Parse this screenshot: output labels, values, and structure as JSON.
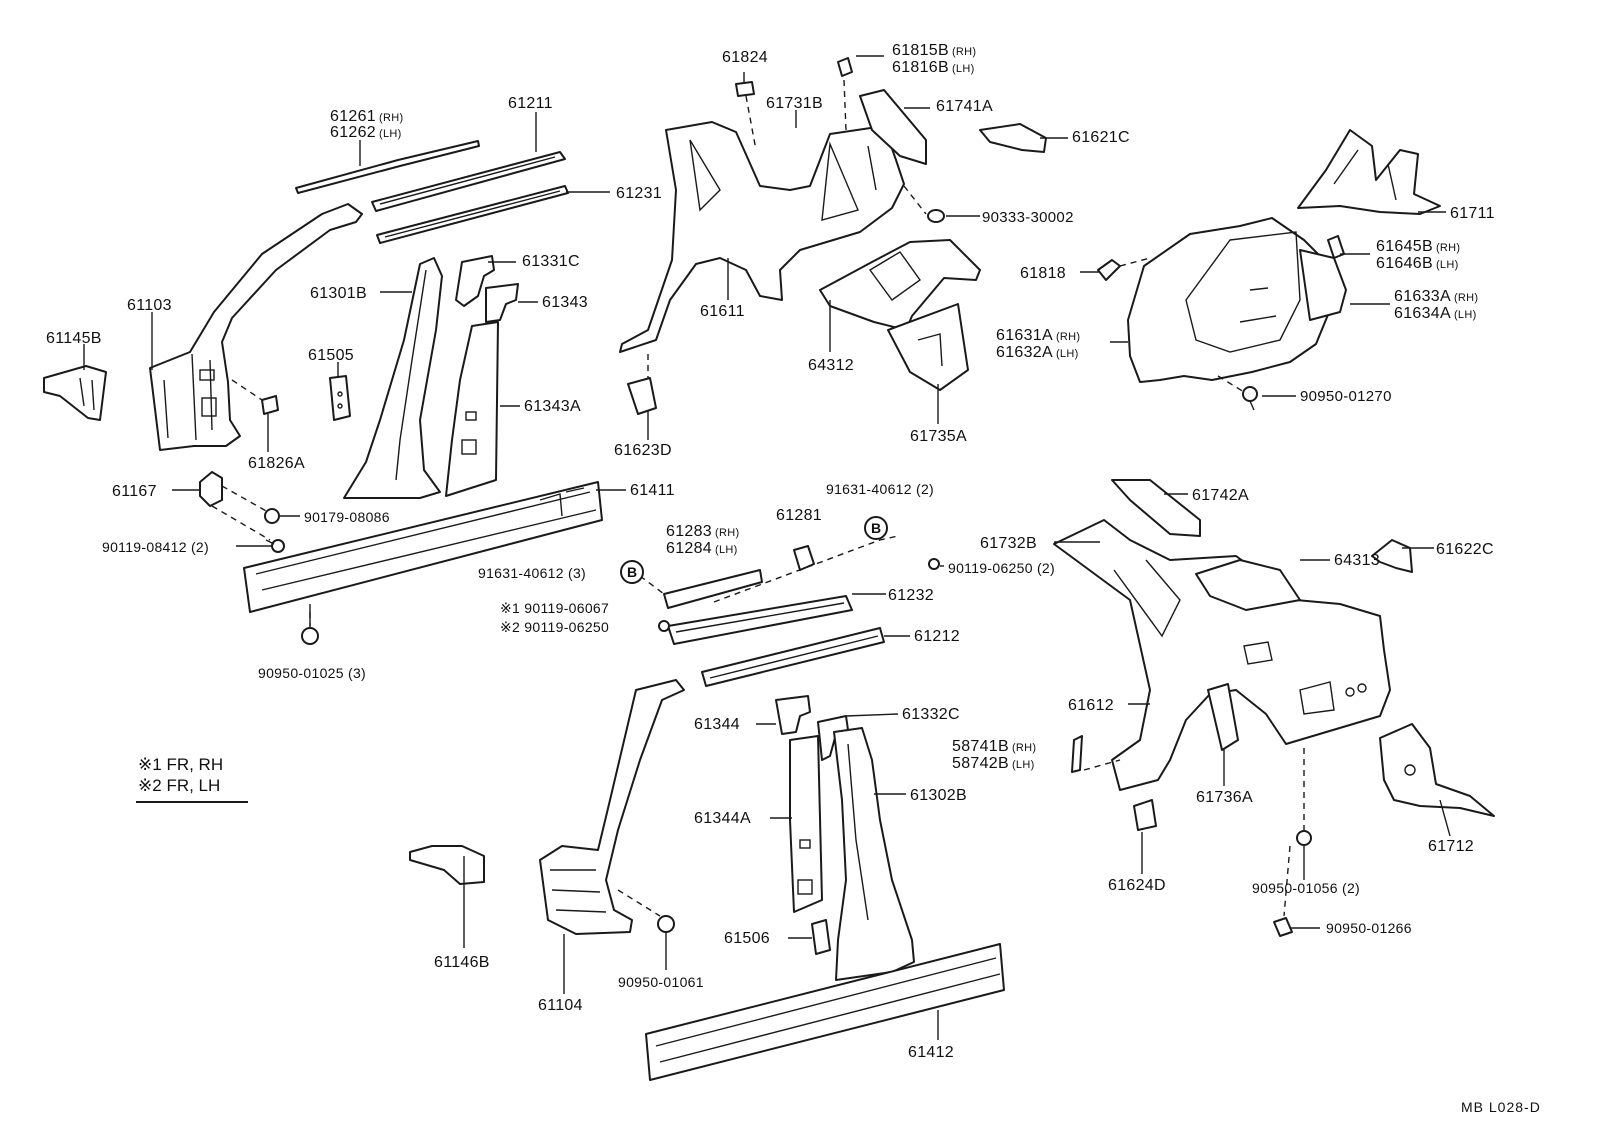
{
  "diagram": {
    "code": "MB  L028-D",
    "legend": [
      {
        "mark": "※1",
        "text": "FR, RH"
      },
      {
        "mark": "※2",
        "text": "FR, LH"
      }
    ],
    "callout_mark": "B"
  },
  "labels": {
    "p61824": "61824",
    "p61815b": "61815B",
    "p61815b_side": "(RH)",
    "p61816b": "61816B",
    "p61816b_side": "(LH)",
    "p61731b": "61731B",
    "p61741a": "61741A",
    "p61621c": "61621C",
    "p61261": "61261",
    "p61261_side": "(RH)",
    "p61262": "61262",
    "p61262_side": "(LH)",
    "p61211": "61211",
    "p61231": "61231",
    "p90333": "90333-30002",
    "p61711": "61711",
    "p61645b": "61645B",
    "p61645b_side": "(RH)",
    "p61646b": "61646B",
    "p61646b_side": "(LH)",
    "p61331c": "61331C",
    "p61818": "61818",
    "p61633a": "61633A",
    "p61633a_side": "(RH)",
    "p61634a": "61634A",
    "p61634a_side": "(LH)",
    "p61103": "61103",
    "p61301b": "61301B",
    "p61343": "61343",
    "p61611": "61611",
    "p61631a": "61631A",
    "p61631a_side": "(RH)",
    "p61632a": "61632A",
    "p61632a_side": "(LH)",
    "p61145b": "61145B",
    "p61505": "61505",
    "p64312": "64312",
    "p90950_01270": "90950-01270",
    "p61343a": "61343A",
    "p61826a": "61826A",
    "p61623d": "61623D",
    "p61735a": "61735A",
    "p61167": "61167",
    "p61411": "61411",
    "p91631_2": "91631-40612 (2)",
    "p61742a": "61742A",
    "p90179": "90179-08086",
    "p61283": "61283",
    "p61283_side": "(RH)",
    "p61284": "61284",
    "p61284_side": "(LH)",
    "p61281": "61281",
    "p90119_08412": "90119-08412 (2)",
    "p61732b": "61732B",
    "p61622c": "61622C",
    "p64313": "64313",
    "p91631_3": "91631-40612 (3)",
    "p90119_06250_2": "90119-06250 (2)",
    "p61232": "61232",
    "p90119_06067": "※1 90119-06067",
    "p90119_06250": "※2 90119-06250",
    "p61212": "61212",
    "p90950_01025": "90950-01025 (3)",
    "p61612": "61612",
    "p61344": "61344",
    "p61332c": "61332C",
    "p58741b": "58741B",
    "p58741b_side": "(RH)",
    "p58742b": "58742B",
    "p58742b_side": "(LH)",
    "p61736a": "61736A",
    "p61344a": "61344A",
    "p61302b": "61302B",
    "p61712": "61712",
    "p61624d": "61624D",
    "p90950_01056": "90950-01056 (2)",
    "p61146b": "61146B",
    "p61506": "61506",
    "p90950_01266": "90950-01266",
    "p90950_01061": "90950-01061",
    "p61104": "61104",
    "p61412": "61412"
  }
}
